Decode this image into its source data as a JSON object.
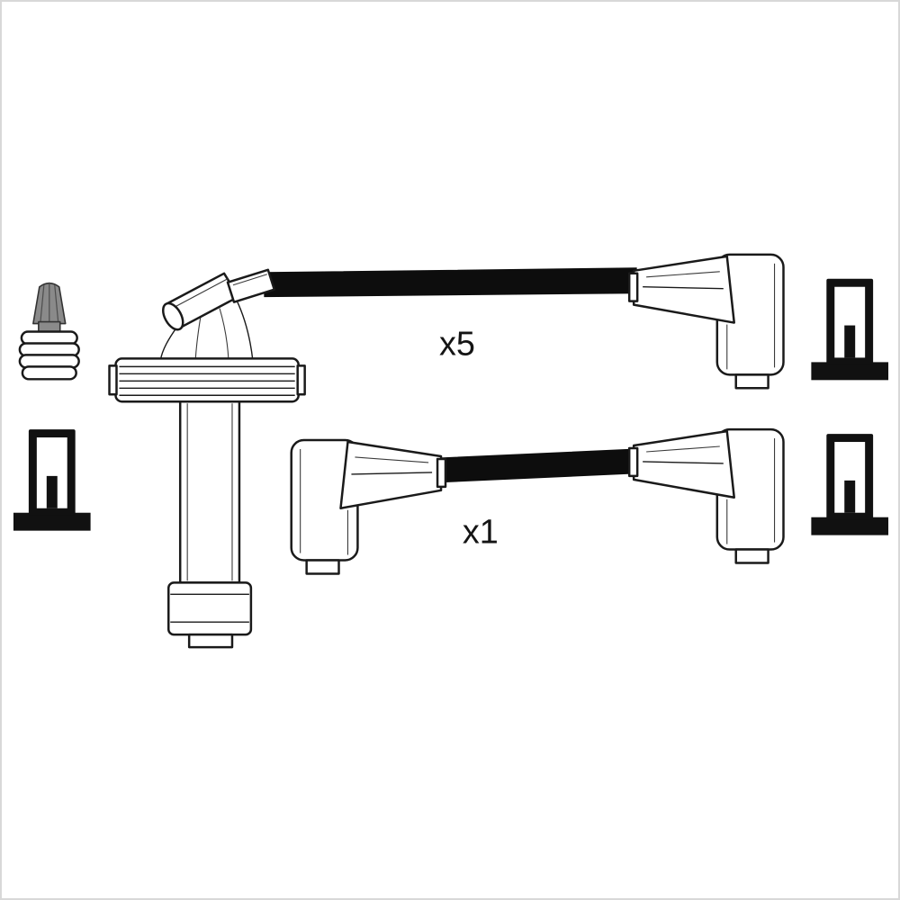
{
  "image": {
    "background": "#ffffff",
    "frame_color": "#d8d8d8",
    "description_parts": [
      "spark-plug-terminal-nut-icon",
      "coil-boot-with-long-shaft-icon",
      "terminal-clip-icon-left",
      "terminal-clip-icon-right-top",
      "terminal-clip-icon-right-bottom",
      "ignition-cable-with-elbow-boots-icon",
      "ignition-cable-short-icon"
    ]
  },
  "diagram": {
    "labels": {
      "x5": "x5",
      "x1": "x1"
    },
    "colors": {
      "outline": "#1a1a1a",
      "cable_fill": "#0d0d0d",
      "metal_gray": "#8a8a8a",
      "part_fill": "#ffffff",
      "label_text": "#141414"
    }
  }
}
